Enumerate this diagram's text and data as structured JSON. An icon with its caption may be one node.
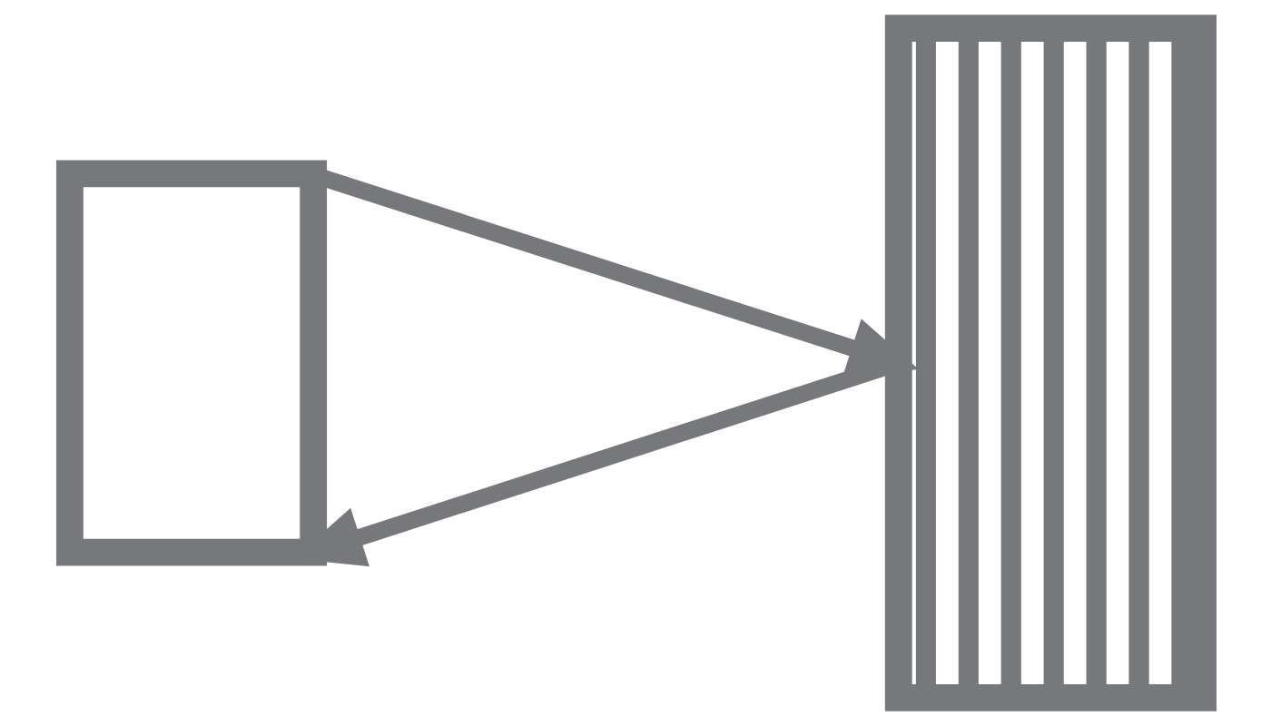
{
  "diagram": {
    "nodes": [
      {
        "text": [],
        "shape": "box"
      },
      {
        "text": [],
        "shape": "box"
      }
    ],
    "edges": [
      {
        "from": 0,
        "to": 1,
        "arrow": "to"
      },
      {
        "from": 1,
        "to": 0,
        "arrow": "to"
      }
    ]
  }
}
